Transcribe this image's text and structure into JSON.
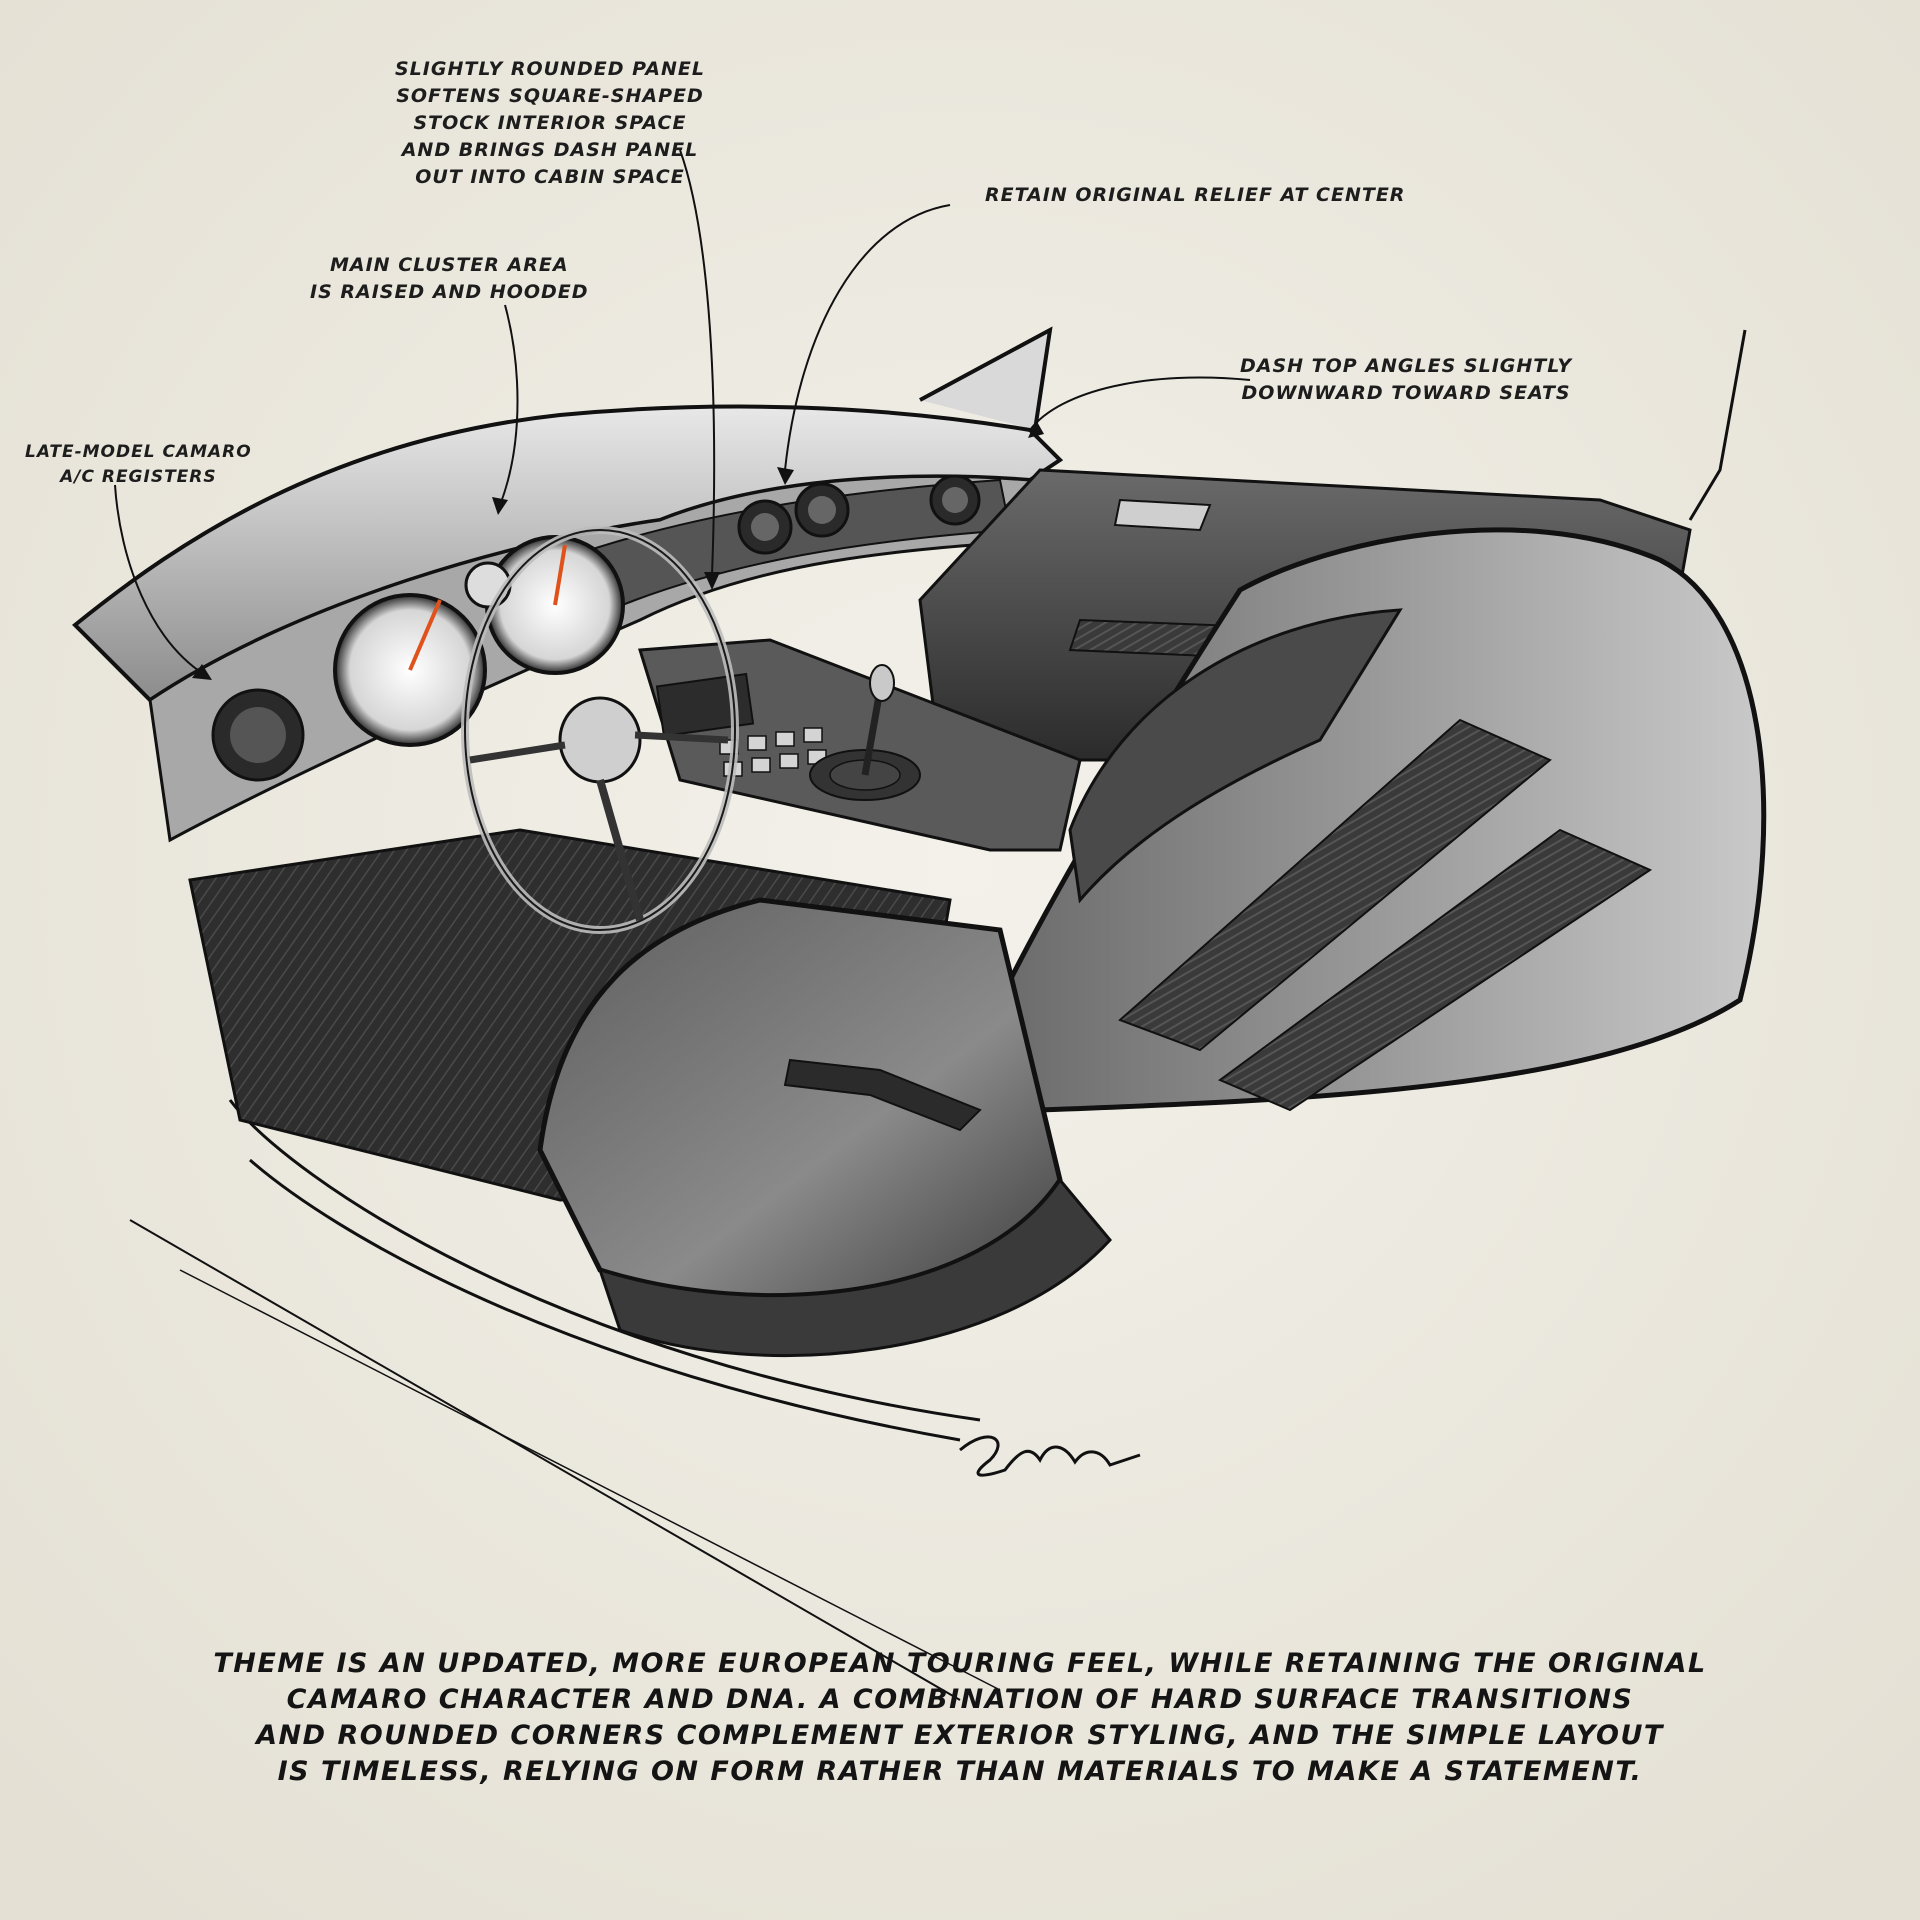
{
  "annotations": {
    "rounded_panel": [
      "Slightly rounded panel",
      "softens square-shaped",
      "stock interior space",
      "and brings dash panel",
      "out into cabin space"
    ],
    "relief": [
      "Retain original relief at center"
    ],
    "cluster": [
      "Main cluster area",
      "is raised and hooded"
    ],
    "dash_top": [
      "Dash top angles slightly",
      "downward toward seats"
    ],
    "ac_registers": [
      "Late-model Camaro",
      "A/C registers"
    ]
  },
  "theme_text": [
    "Theme is an updated, more European touring feel, while retaining the original",
    "Camaro character and DNA. A combination of hard surface transitions",
    "and rounded corners complement exterior styling, and the simple layout",
    "is timeless, relying on form rather than materials to make a statement."
  ],
  "colors": {
    "paper": "#efece3",
    "ink": "#141414",
    "gauge_needle": "#e0521c"
  },
  "icons": {
    "signature": "artist-signature"
  }
}
